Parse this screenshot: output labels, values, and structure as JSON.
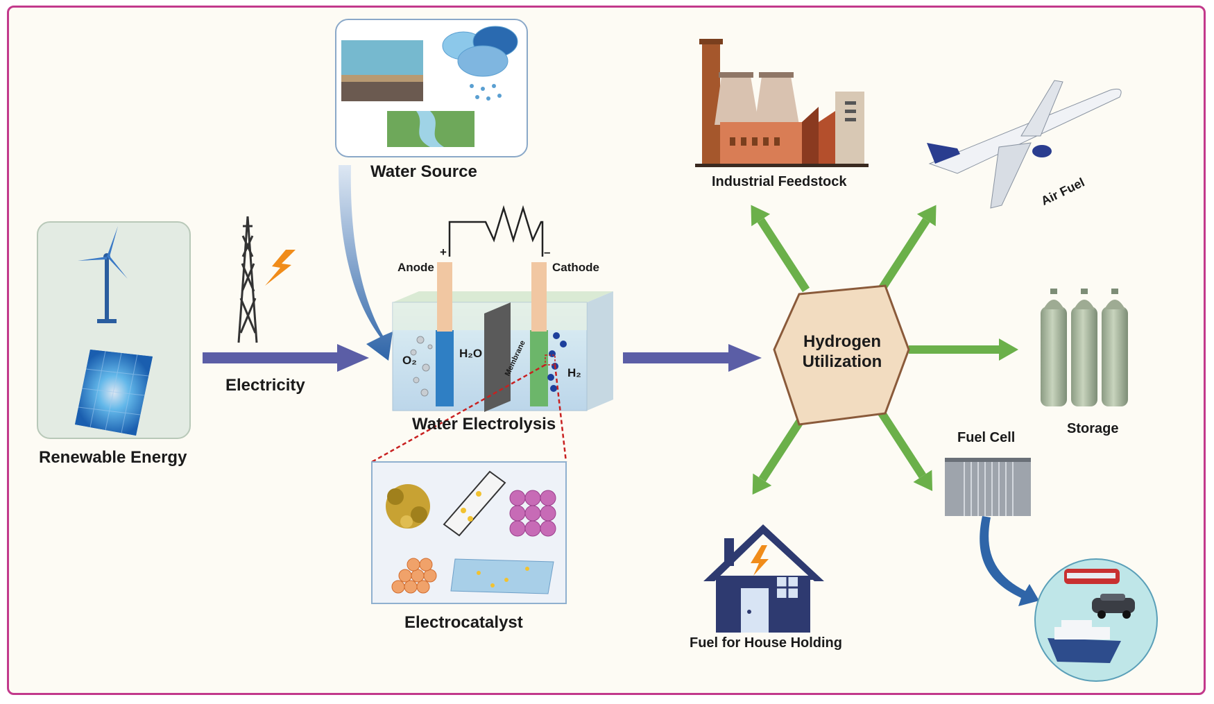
{
  "labels": {
    "water_source": "Water Source",
    "renewable_energy": "Renewable Energy",
    "electricity": "Electricity",
    "water_electrolysis": "Water Electrolysis",
    "electrocatalyst": "Electrocatalyst",
    "anode": "Anode",
    "cathode": "Cathode",
    "plus": "+",
    "minus": "–",
    "membrane": "Membrane",
    "h2o": "H₂O",
    "o2": "O₂",
    "h2": "H₂",
    "hydrogen_utilization": "Hydrogen Utilization",
    "industrial_feedstock": "Industrial Feedstock",
    "air_fuel": "Air Fuel",
    "storage": "Storage",
    "fuel_cell": "Fuel Cell",
    "fuel_house": "Fuel for House Holding"
  },
  "colors": {
    "border": "#c2398c",
    "flow_arrow": "#5b5ea6",
    "util_arrow": "#6bb04a",
    "hexagon_fill": "#f2dcc0",
    "hexagon_stroke": "#8a5a3a"
  },
  "icons": [
    "water-source-icon",
    "wind-turbine-icon",
    "solar-panel-icon",
    "power-tower-icon",
    "lightning-icon",
    "electrolysis-cell-icon",
    "catalyst-icon",
    "factory-icon",
    "airplane-icon",
    "gas-cylinders-icon",
    "fuel-cell-icon",
    "house-icon",
    "vehicles-icon"
  ]
}
